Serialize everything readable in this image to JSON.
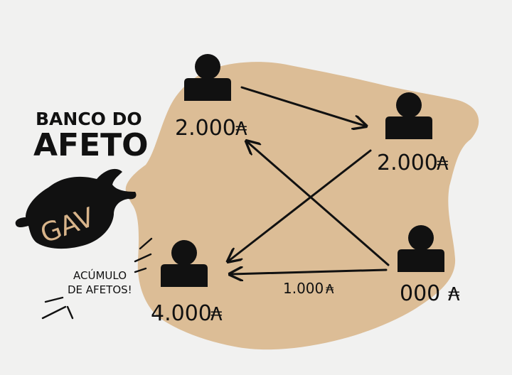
{
  "title": {
    "line1": "BANCO DO",
    "line2": "AFETO"
  },
  "bank_blob_label": "GAV",
  "accumulation_note": {
    "line1": "ACÚMULO",
    "line2": "DE AFETOS!"
  },
  "people": [
    {
      "id": "top-left",
      "amount": "2.000"
    },
    {
      "id": "top-right",
      "amount": "2.000"
    },
    {
      "id": "bottom-left",
      "amount": "4.000"
    },
    {
      "id": "bottom-right",
      "amount": "000"
    }
  ],
  "transfer_label": "1.000",
  "currency_symbol": "₳",
  "colors": {
    "background": "#f1f1f0",
    "region": "#dcbd96",
    "ink": "#111111",
    "blob_text": "#d8b48a"
  }
}
